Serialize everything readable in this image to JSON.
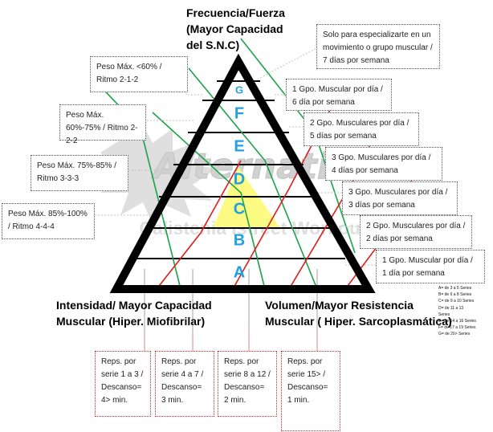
{
  "watermark": {
    "brand": "Alternativo",
    "subtitle": "Calistenia Istreet Workout"
  },
  "titles": {
    "top": [
      "Frecuencia/Fuerza",
      "(Mayor Capacidad",
      "del S.N.C)"
    ],
    "left": [
      "Intensidad/ Mayor Capacidad",
      "Muscular (Hiper. Miofibrilar)"
    ],
    "right": [
      "Volumen/Mayor Resistencia",
      "Muscular ( Hiper. Sarcoplasmática)"
    ]
  },
  "levels": [
    "A",
    "B",
    "C",
    "D",
    "E",
    "F",
    "G"
  ],
  "left_boxes": [
    {
      "text": "Peso Máx. <60% / Ritmo 2-1-2"
    },
    {
      "text": "Peso Máx. 60%-75% / Ritmo 2-2-2"
    },
    {
      "text": "Peso Máx. 75%-85% / Ritmo 3-3-3"
    },
    {
      "text": "Peso Máx. 85%-100% / Ritmo 4-4-4"
    }
  ],
  "right_boxes": [
    {
      "text": "Solo para especializarte en un movimiento o grupo muscular / 7 días por semana"
    },
    {
      "text": "1 Gpo. Muscular por día / 6 día por semana"
    },
    {
      "text": "2 Gpo. Musculares por día / 5 días por semana"
    },
    {
      "text": "3 Gpo. Musculares por día / 4 días por semana"
    },
    {
      "text": "3 Gpo. Musculares por día / 3 días por semana"
    },
    {
      "text": "2 Gpo. Musculares por día / 2 días por semana"
    },
    {
      "text": "1 Gpo. Muscular por día / 1 día por semana"
    }
  ],
  "bottom_boxes": [
    {
      "text": "Reps. por serie 1 a 3 / Descanso= 4> min."
    },
    {
      "text": "Reps. por serie 4 a 7 / Descanso= 3 min."
    },
    {
      "text": "Reps. por serie 8 a 12 / Descanso= 2 min."
    },
    {
      "text": "Reps. por serie 15> / Descanso= 1 min."
    }
  ],
  "series_legend": [
    "A= de 3 a 5 Series",
    "B= de 6 a 8 Series",
    "C= de 9 a 10 Series",
    "D= de 11 a 13",
    "Series",
    "E= de 14 a 16 Series",
    "F= de 17 a 19 Series",
    "G= de 20> Series"
  ],
  "colors": {
    "outline": "#000000",
    "green_lines": "#1aa34a",
    "red_lines": "#e01b1b",
    "highlight": "#fbfb84",
    "letters": "#22a0e0",
    "red_box_border": "#d82a2a"
  }
}
